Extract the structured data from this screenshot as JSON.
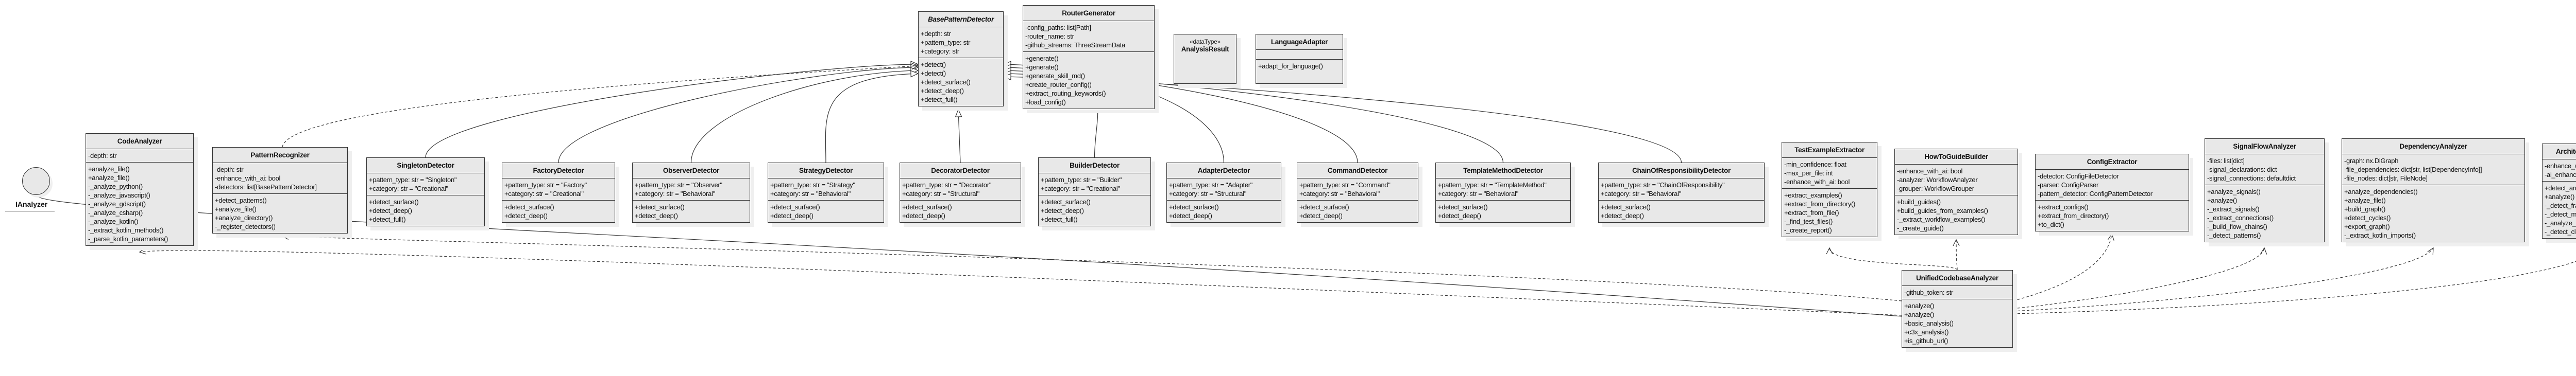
{
  "interface": {
    "name": "IAnalyzer"
  },
  "classes": [
    {
      "id": "CodeAnalyzer",
      "name": "CodeAnalyzer",
      "attributes": [
        "-depth: str"
      ],
      "methods": [
        "+analyze_file()",
        "+analyze_file()",
        "-_analyze_python()",
        "-_analyze_javascript()",
        "-_analyze_gdscript()",
        "-_analyze_csharp()",
        "-_analyze_kotlin()",
        "-_extract_kotlin_methods()",
        "-_parse_kotlin_parameters()"
      ]
    },
    {
      "id": "PatternRecognizer",
      "name": "PatternRecognizer",
      "attributes": [
        "-depth: str",
        "-enhance_with_ai: bool",
        "-detectors: list[BasePatternDetector]"
      ],
      "methods": [
        "+detect_patterns()",
        "+analyze_file()",
        "+analyze_directory()",
        "-_register_detectors()"
      ]
    },
    {
      "id": "BasePatternDetector",
      "name": "BasePatternDetector",
      "abstract": true,
      "attributes": [
        "+depth: str",
        "+pattern_type: str",
        "+category: str"
      ],
      "methods": [
        "+detect()",
        "+detect()",
        "+detect_surface()",
        "+detect_deep()",
        "+detect_full()"
      ]
    },
    {
      "id": "RouterGenerator",
      "name": "RouterGenerator",
      "attributes": [
        "-config_paths: list[Path]",
        "-router_name: str",
        "-github_streams: ThreeStreamData"
      ],
      "methods": [
        "+generate()",
        "+generate()",
        "+generate_skill_md()",
        "+create_router_config()",
        "+extract_routing_keywords()",
        "+load_config()"
      ]
    },
    {
      "id": "AnalysisResult",
      "name": "AnalysisResult",
      "stereotype": "«dataType»"
    },
    {
      "id": "LanguageAdapter",
      "name": "LanguageAdapter",
      "attributes": [],
      "methods": [
        "+adapt_for_language()"
      ]
    },
    {
      "id": "SingletonDetector",
      "name": "SingletonDetector",
      "attributes": [
        "+pattern_type: str = \"Singleton\"",
        "+category: str = \"Creational\""
      ],
      "methods": [
        "+detect_surface()",
        "+detect_deep()",
        "+detect_full()"
      ]
    },
    {
      "id": "FactoryDetector",
      "name": "FactoryDetector",
      "attributes": [
        "+pattern_type: str = \"Factory\"",
        "+category: str = \"Creational\""
      ],
      "methods": [
        "+detect_surface()",
        "+detect_deep()"
      ]
    },
    {
      "id": "ObserverDetector",
      "name": "ObserverDetector",
      "attributes": [
        "+pattern_type: str = \"Observer\"",
        "+category: str = \"Behavioral\""
      ],
      "methods": [
        "+detect_surface()",
        "+detect_deep()"
      ]
    },
    {
      "id": "StrategyDetector",
      "name": "StrategyDetector",
      "attributes": [
        "+pattern_type: str = \"Strategy\"",
        "+category: str = \"Behavioral\""
      ],
      "methods": [
        "+detect_surface()",
        "+detect_deep()"
      ]
    },
    {
      "id": "DecoratorDetector",
      "name": "DecoratorDetector",
      "attributes": [
        "+pattern_type: str = \"Decorator\"",
        "+category: str = \"Structural\""
      ],
      "methods": [
        "+detect_surface()",
        "+detect_deep()"
      ]
    },
    {
      "id": "BuilderDetector",
      "name": "BuilderDetector",
      "attributes": [
        "+pattern_type: str = \"Builder\"",
        "+category: str = \"Creational\""
      ],
      "methods": [
        "+detect_surface()",
        "+detect_deep()",
        "+detect_full()"
      ]
    },
    {
      "id": "AdapterDetector",
      "name": "AdapterDetector",
      "attributes": [
        "+pattern_type: str = \"Adapter\"",
        "+category: str = \"Structural\""
      ],
      "methods": [
        "+detect_surface()",
        "+detect_deep()"
      ]
    },
    {
      "id": "CommandDetector",
      "name": "CommandDetector",
      "attributes": [
        "+pattern_type: str = \"Command\"",
        "+category: str = \"Behavioral\""
      ],
      "methods": [
        "+detect_surface()",
        "+detect_deep()"
      ]
    },
    {
      "id": "TemplateMethodDetector",
      "name": "TemplateMethodDetector",
      "attributes": [
        "+pattern_type: str = \"TemplateMethod\"",
        "+category: str = \"Behavioral\""
      ],
      "methods": [
        "+detect_surface()",
        "+detect_deep()"
      ]
    },
    {
      "id": "ChainOfResponsibilityDetector",
      "name": "ChainOfResponsibilityDetector",
      "attributes": [
        "+pattern_type: str = \"ChainOfResponsibility\"",
        "+category: str = \"Behavioral\""
      ],
      "methods": [
        "+detect_surface()",
        "+detect_deep()"
      ]
    },
    {
      "id": "TestExampleExtractor",
      "name": "TestExampleExtractor",
      "attributes": [
        "-min_confidence: float",
        "-max_per_file: int",
        "-enhance_with_ai: bool"
      ],
      "methods": [
        "+extract_examples()",
        "+extract_from_directory()",
        "+extract_from_file()",
        "-_find_test_files()",
        "-_create_report()"
      ]
    },
    {
      "id": "HowToGuideBuilder",
      "name": "HowToGuideBuilder",
      "attributes": [
        "-enhance_with_ai: bool",
        "-analyzer: WorkflowAnalyzer",
        "-grouper: WorkflowGrouper"
      ],
      "methods": [
        "+build_guides()",
        "+build_guides_from_examples()",
        "-_extract_workflow_examples()",
        "-_create_guide()"
      ]
    },
    {
      "id": "ConfigExtractor",
      "name": "ConfigExtractor",
      "attributes": [
        "-detector: ConfigFileDetector",
        "-parser: ConfigParser",
        "-pattern_detector: ConfigPatternDetector"
      ],
      "methods": [
        "+extract_configs()",
        "+extract_from_directory()",
        "+to_dict()"
      ]
    },
    {
      "id": "SignalFlowAnalyzer",
      "name": "SignalFlowAnalyzer",
      "attributes": [
        "-files: list[dict]",
        "-signal_declarations: dict",
        "-signal_connections: defaultdict"
      ],
      "methods": [
        "+analyze_signals()",
        "+analyze()",
        "-_extract_signals()",
        "-_extract_connections()",
        "-_build_flow_chains()",
        "-_detect_patterns()"
      ]
    },
    {
      "id": "DependencyAnalyzer",
      "name": "DependencyAnalyzer",
      "attributes": [
        "-graph: nx.DiGraph",
        "-file_dependencies: dict[str, list[DependencyInfo]]",
        "-file_nodes: dict[str, FileNode]"
      ],
      "methods": [
        "+analyze_dependencies()",
        "+analyze_file()",
        "+build_graph()",
        "+detect_cycles()",
        "+export_graph()",
        "-_extract_kotlin_imports()"
      ]
    },
    {
      "id": "ArchitecturalPatternDetector",
      "name": "ArchitecturalPatternDetector",
      "attributes": [
        "-enhance_with_ai: bool",
        "-ai_enhancer: AIEnhancer"
      ],
      "methods": [
        "+detect_architecture()",
        "+analyze()",
        "-_detect_frameworks()",
        "-_detect_mvc()",
        "-_analyze_directory_structure()",
        "-_detect_clean_architecture()"
      ]
    },
    {
      "id": "UnifiedCodebaseAnalyzer",
      "name": "UnifiedCodebaseAnalyzer",
      "attributes": [
        "-github_token: str"
      ],
      "methods": [
        "+analyze()",
        "+analyze()",
        "+basic_analysis()",
        "+c3x_analysis()",
        "+is_github_url()"
      ]
    }
  ]
}
